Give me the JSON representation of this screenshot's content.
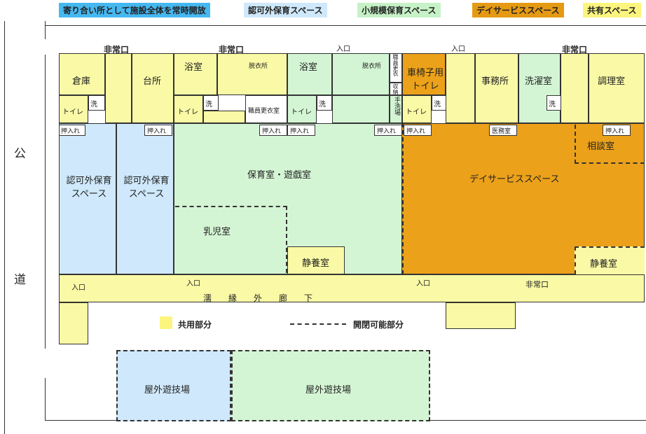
{
  "legend": {
    "unlicensed": "寄り合い所として施設全体を常時開放",
    "unlicensed2": "認可外保育スペース",
    "small": "小規模保育スペース",
    "day": "デイサービススペース",
    "common": "共有スペース"
  },
  "colors": {
    "yellow": "#fafaa6",
    "blue": "#cfe8fb",
    "green": "#d4f5d4",
    "orange": "#eba119",
    "legend_blue": "#46b8f0",
    "legend_green": "#c7f2c7",
    "legend_orange": "#e59a13",
    "legend_yellow": "#fbf57f"
  },
  "road": {
    "char1": "公",
    "char2": "道"
  },
  "exits": {
    "e1": "非常口",
    "e2": "非常口",
    "e3": "非常口",
    "e4": "非常口"
  },
  "entrances": {
    "top1": "入口",
    "top2": "入口",
    "left": "入口",
    "mid": "入口",
    "right": "入口"
  },
  "rooms": {
    "storage": "倉庫",
    "toilet": "トイレ",
    "wash": "洗",
    "kitchen": "台所",
    "bath": "浴室",
    "changing": "脱衣所",
    "staff_changing": "職員更衣室",
    "staff_changing_v": "職員更衣",
    "receive": "収納",
    "handwash": "手洗場",
    "wheel_toilet": "車椅子用トイレ",
    "office": "事務所",
    "laundry": "洗濯室",
    "cooking": "調理室",
    "closet": "押入れ",
    "medical": "医務室",
    "unlicensed_space": "認可外保育スペース",
    "play": "保育室・遊戯室",
    "infant": "乳児室",
    "rest": "静養室",
    "day_space": "デイサービススペース",
    "consult": "相談室",
    "corridor": "濡　　縁　　外　　廊　　下",
    "outdoor": "屋外遊技場"
  },
  "bottom_legend": {
    "shared": "共用部分",
    "openable": "開閉可能部分"
  }
}
